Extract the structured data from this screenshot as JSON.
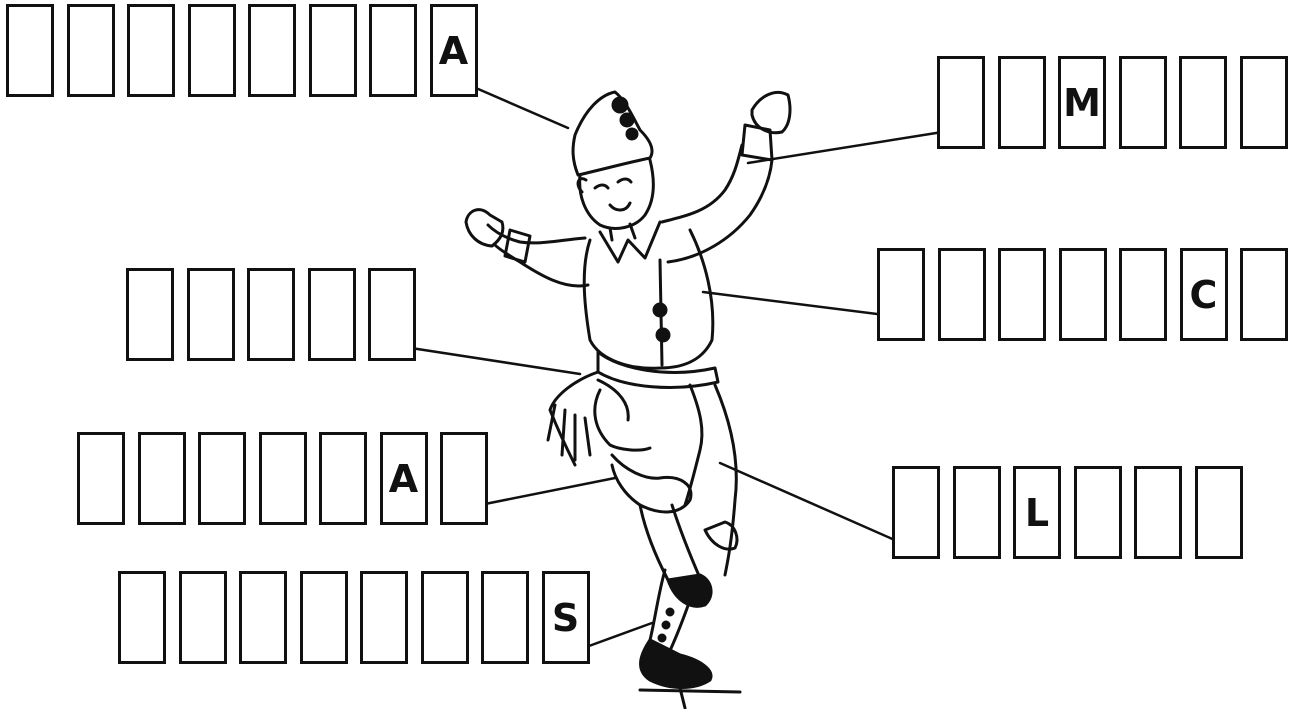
{
  "exercise": {
    "words": [
      {
        "name": "hat-word",
        "length": 8,
        "letters": {
          "7": "A"
        }
      },
      {
        "name": "arm-word",
        "length": 6,
        "letters": {
          "2": "M"
        }
      },
      {
        "name": "waist-word",
        "length": 5,
        "letters": {}
      },
      {
        "name": "vest-word",
        "length": 7,
        "letters": {
          "5": "C"
        }
      },
      {
        "name": "knee-word",
        "length": 7,
        "letters": {
          "5": "A"
        }
      },
      {
        "name": "trousers-word",
        "length": 6,
        "letters": {
          "2": "L"
        }
      },
      {
        "name": "shoes-word",
        "length": 8,
        "letters": {
          "7": "S"
        }
      }
    ]
  },
  "colors": {
    "ink": "#111111",
    "background": "#ffffff"
  }
}
